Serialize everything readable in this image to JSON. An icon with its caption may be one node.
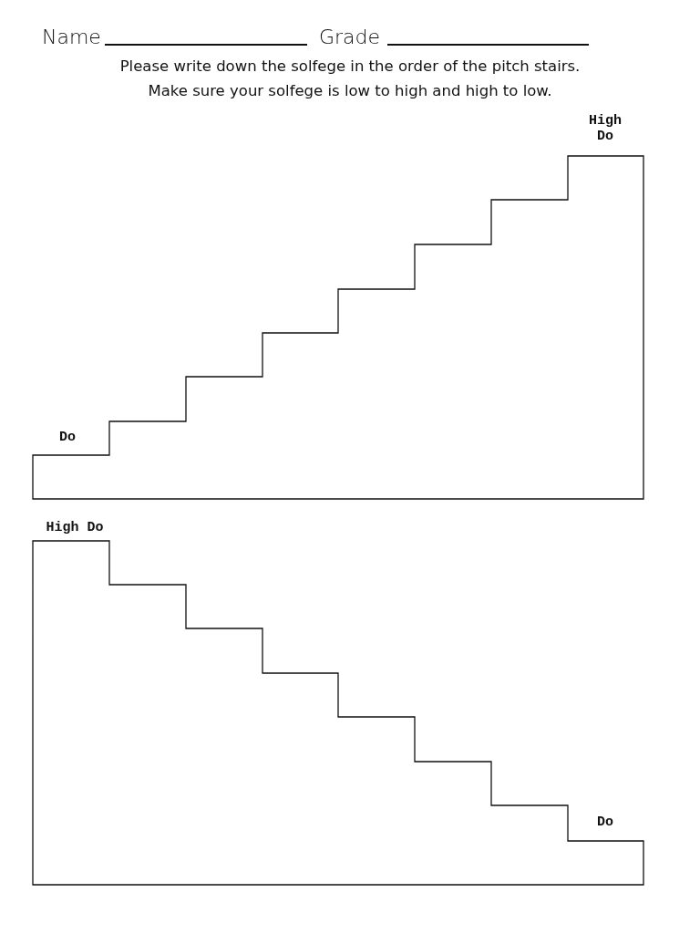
{
  "diagram": {
    "labels": [
      "Name",
      "Grade",
      "Please write down the solfege in the order of the pitch stairs.",
      "Make sure your solfege is low to high and high to low.",
      "High Do",
      "Do",
      "High Do",
      "Do"
    ]
  }
}
